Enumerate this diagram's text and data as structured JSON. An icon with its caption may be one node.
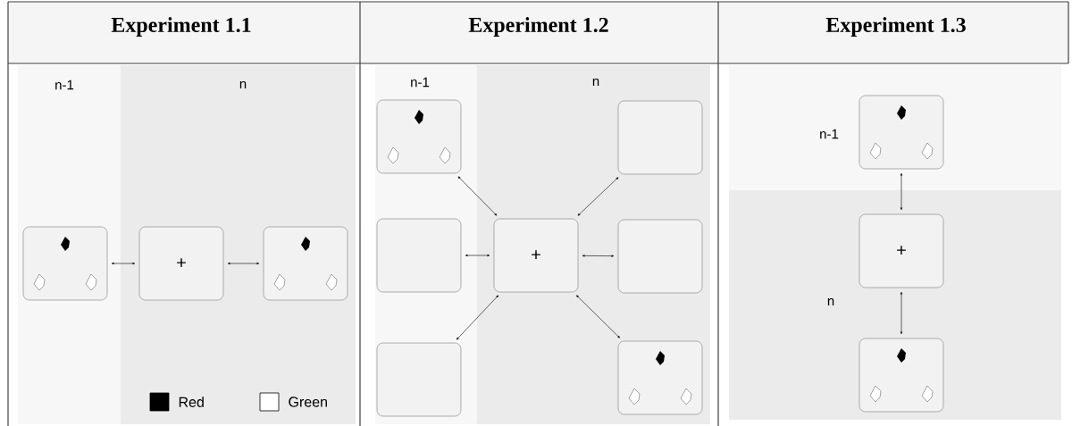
{
  "diagram": {
    "nodes": [
      {
        "text": [],
        "shape": "box"
      },
      {
        "text": [
          "+"
        ]
      },
      {
        "text": [],
        "shape": "box"
      },
      {
        "text": [],
        "shape": "box"
      },
      {
        "text": [],
        "shape": "box"
      },
      {
        "text": [],
        "shape": "box"
      },
      {
        "text": [
          "+"
        ]
      },
      {
        "text": [],
        "shape": "box"
      },
      {
        "text": [],
        "shape": "box"
      },
      {
        "text": [],
        "shape": "box"
      },
      {
        "text": [],
        "shape": "box"
      },
      {
        "text": [
          "+"
        ]
      },
      {
        "text": [],
        "shape": "box"
      }
    ],
    "edges": [
      {
        "from": 0,
        "to": 1,
        "arrow": "both"
      },
      {
        "from": 1,
        "to": 2,
        "arrow": "both"
      },
      {
        "from": 6,
        "to": 3,
        "arrow": "both"
      },
      {
        "from": 6,
        "to": 4,
        "arrow": "both"
      },
      {
        "from": 6,
        "to": 5,
        "arrow": "both"
      },
      {
        "from": 6,
        "to": 7,
        "arrow": "both"
      },
      {
        "from": 6,
        "to": 8,
        "arrow": "both"
      },
      {
        "from": 6,
        "to": 9,
        "arrow": "both"
      },
      {
        "from": 10,
        "to": 11,
        "arrow": "both"
      },
      {
        "from": 11,
        "to": 12,
        "arrow": "both"
      }
    ],
    "labels": [
      "Experiment 1.1",
      "Experiment 1.2",
      "Experiment 1.3",
      "n-1",
      "n",
      "n-1",
      "n",
      "n-1",
      "n"
    ],
    "legend": [
      {
        "text": "Red",
        "color": "#000000"
      },
      {
        "text": "Green",
        "color": "#ffffff"
      }
    ]
  }
}
